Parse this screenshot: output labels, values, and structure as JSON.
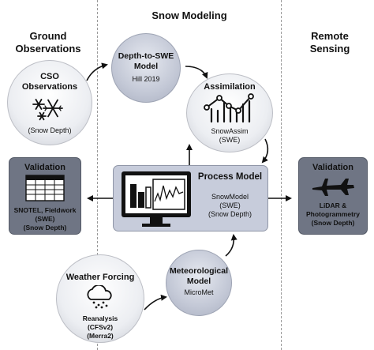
{
  "sections": {
    "left": "Ground\nObservations",
    "center": "Snow Modeling",
    "right": "Remote\nSensing"
  },
  "nodes": {
    "cso": {
      "title": "CSO\nObservations",
      "sub": "(Snow Depth)"
    },
    "depth_to_swe": {
      "title": "Depth-to-SWE\nModel",
      "sub": "Hill 2019"
    },
    "assimilation": {
      "title": "Assimilation",
      "sub": "SnowAssim\n(SWE)"
    },
    "process_model": {
      "title": "Process Model",
      "sub": "SnowModel\n(SWE)\n(Snow Depth)"
    },
    "validation_left": {
      "title": "Validation",
      "sub": "SNOTEL, Fieldwork\n(SWE)\n(Snow Depth)"
    },
    "validation_right": {
      "title": "Validation",
      "sub": "LiDAR &\nPhotogrammetry\n(Snow Depth)"
    },
    "weather": {
      "title": "Weather Forcing",
      "sub": "Reanalysis\n(CFSv2)\n(Merra2)"
    },
    "met_model": {
      "title": "Meteorological\nModel",
      "sub": "MicroMet"
    }
  },
  "icons": [
    "snowflake-icon",
    "line-chart-icon",
    "monitor-icon",
    "table-icon",
    "airplane-icon",
    "snow-cloud-icon"
  ],
  "colors": {
    "dark_box": "#6f7584",
    "light_box": "#c7ccdb",
    "circle_light": "#eceef2",
    "circle_mid": "#c3c8d6"
  }
}
